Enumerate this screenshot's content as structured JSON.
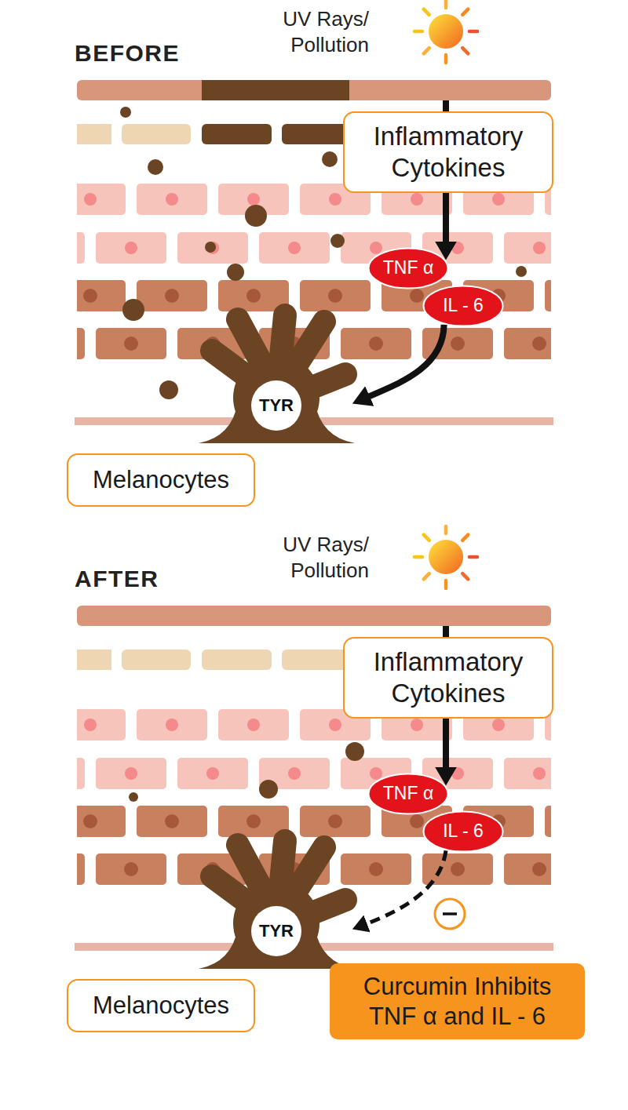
{
  "diagram": {
    "nodes": [
      {
        "text": [
          "Inflammatory Cytokines"
        ]
      },
      {
        "text": [
          "TNF α"
        ]
      },
      {
        "text": [
          "IL - 6"
        ]
      },
      {
        "text": [
          "TYR"
        ]
      },
      {
        "text": [
          "Melanocytes"
        ]
      },
      {
        "text": [
          "Inflammatory Cytokines"
        ]
      },
      {
        "text": [
          "TNF α"
        ]
      },
      {
        "text": [
          "IL - 6"
        ]
      },
      {
        "text": [
          "TYR"
        ]
      },
      {
        "text": [
          "Melanocytes"
        ]
      },
      {
        "text": [
          "Curcumin Inhibits TNF α and IL - 6"
        ]
      }
    ],
    "edges": [
      {
        "from": 0,
        "to": 1,
        "arrow": "to"
      },
      {
        "from": 2,
        "to": 3,
        "arrow": "to"
      },
      {
        "from": 5,
        "to": 6,
        "arrow": "to"
      },
      {
        "from": 7,
        "to": 8,
        "arrow": "to"
      }
    ],
    "labels": [
      "UV Rays/ Pollution",
      "BEFORE",
      "UV Rays/ Pollution",
      "AFTER"
    ]
  }
}
